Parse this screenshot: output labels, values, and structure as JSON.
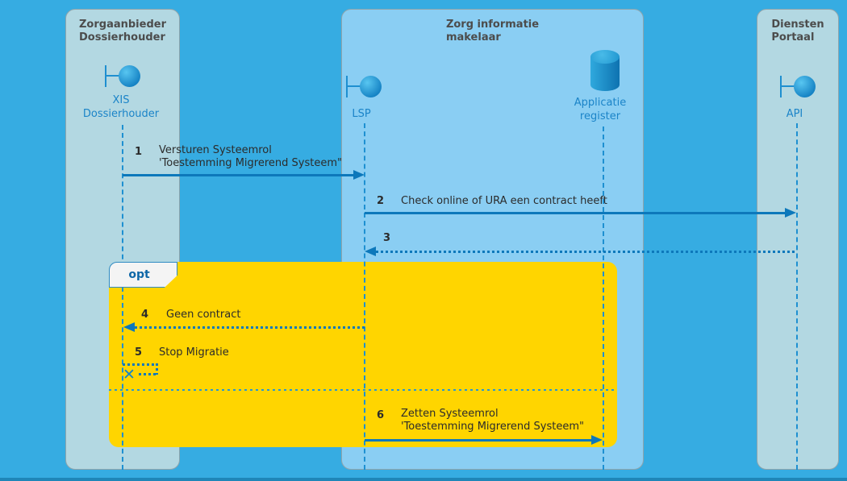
{
  "panels": {
    "left": {
      "title_line1": "Zorgaanbieder",
      "title_line2": "Dossierhouder"
    },
    "middle": {
      "title_line1": "Zorg informatie",
      "title_line2": "makelaar"
    },
    "right": {
      "title_line1": "Diensten",
      "title_line2": "Portaal"
    }
  },
  "actors": {
    "xis": {
      "line1": "XIS",
      "line2": "Dossierhouder",
      "icon": "boundary-actor-icon"
    },
    "lsp": {
      "line1": "LSP",
      "icon": "boundary-actor-icon"
    },
    "register": {
      "line1": "Applicatie",
      "line2": "register",
      "icon": "database-icon"
    },
    "api": {
      "line1": "API",
      "icon": "boundary-actor-icon"
    }
  },
  "fragment": {
    "label": "opt"
  },
  "messages": {
    "m1": {
      "num": "1",
      "line1": "Versturen Systeemrol",
      "line2": "'Toestemming Migrerend Systeem\"",
      "from": "XIS Dossierhouder",
      "to": "LSP",
      "style": "solid"
    },
    "m2": {
      "num": "2",
      "line1": "Check online of URA een contract heeft",
      "from": "LSP",
      "to": "API",
      "style": "solid"
    },
    "m3": {
      "num": "3",
      "line1": "",
      "from": "API",
      "to": "LSP",
      "style": "dotted"
    },
    "m4": {
      "num": "4",
      "line1": "Geen contract",
      "from": "LSP",
      "to": "XIS Dossierhouder",
      "style": "dotted"
    },
    "m5": {
      "num": "5",
      "line1": "Stop Migratie",
      "from": "XIS Dossierhouder",
      "to": "XIS Dossierhouder",
      "style": "dotted-self-destroy"
    },
    "m6": {
      "num": "6",
      "line1": "Zetten Systeemrol",
      "line2": "'Toestemming Migrerend Systeem\"",
      "from": "LSP",
      "to": "Applicatie register",
      "style": "solid"
    }
  },
  "icons": {
    "destroy": "✕"
  },
  "colors": {
    "background": "#36ace2",
    "panel_gray": "#b3d8e2",
    "panel_blue": "#8acef3",
    "fragment_yellow": "#ffd500",
    "arrow_blue": "#0d78bb",
    "lifeline_blue": "#1e90d1",
    "actor_label_blue": "#1b84c8",
    "header_gray": "#4c4c4c",
    "opt_label_blue": "#0e67a7"
  }
}
